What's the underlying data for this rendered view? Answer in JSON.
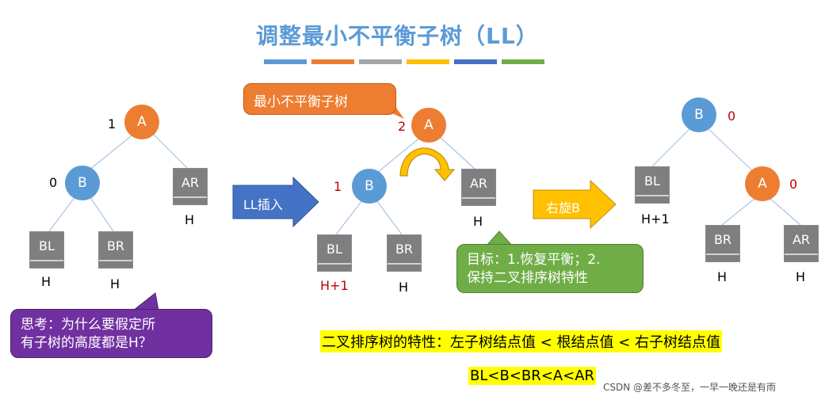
{
  "title": "调整最小不平衡子树（LL）",
  "color_bar": [
    "#5b9bd5",
    "#ed7d31",
    "#a5a5a5",
    "#ffc000",
    "#4472c4",
    "#70ad47"
  ],
  "tree1": {
    "root": {
      "label": "A",
      "balance": "1"
    },
    "left": {
      "label": "B",
      "balance": "0"
    },
    "right_subtree": {
      "label": "AR",
      "height": "H"
    },
    "bl": {
      "label": "BL",
      "height": "H"
    },
    "br": {
      "label": "BR",
      "height": "H"
    }
  },
  "insert_arrow_label": "LL插入",
  "tree2": {
    "callout": "最小不平衡子树",
    "root": {
      "label": "A",
      "balance": "2"
    },
    "left": {
      "label": "B",
      "balance": "1"
    },
    "right_subtree": {
      "label": "AR",
      "height": "H"
    },
    "bl": {
      "label": "BL",
      "height": "H+1"
    },
    "br": {
      "label": "BR",
      "height": "H"
    }
  },
  "rotate_arrow_label": "右旋B",
  "tree3": {
    "root": {
      "label": "B",
      "balance": "0"
    },
    "right": {
      "label": "A",
      "balance": "0"
    },
    "bl": {
      "label": "BL",
      "height": "H+1"
    },
    "br": {
      "label": "BR",
      "height": "H"
    },
    "ar": {
      "label": "AR",
      "height": "H"
    }
  },
  "goal_callout": {
    "line1": "目标：1.恢复平衡；2.",
    "line2": "保持二叉排序树特性"
  },
  "think_callout": {
    "line1": "思考：为什么要假定所",
    "line2": "有子树的高度都是H？"
  },
  "property_text": "二叉排序树的特性：左子树结点值 < 根结点值 < 右子树结点值",
  "order_text": "BL<B<BR<A<AR",
  "watermark": "CSDN @差不多冬至，一早一晚还是有雨",
  "colors": {
    "orange": "#ed7d31",
    "blue": "#5b9bd5",
    "gray": "#7f7f7f",
    "green": "#70ad47",
    "purple": "#7030a0",
    "red": "#c00000",
    "yellow": "#ffff00",
    "arrow_blue": "#4472c4",
    "arrow_yellow": "#ffc000"
  }
}
